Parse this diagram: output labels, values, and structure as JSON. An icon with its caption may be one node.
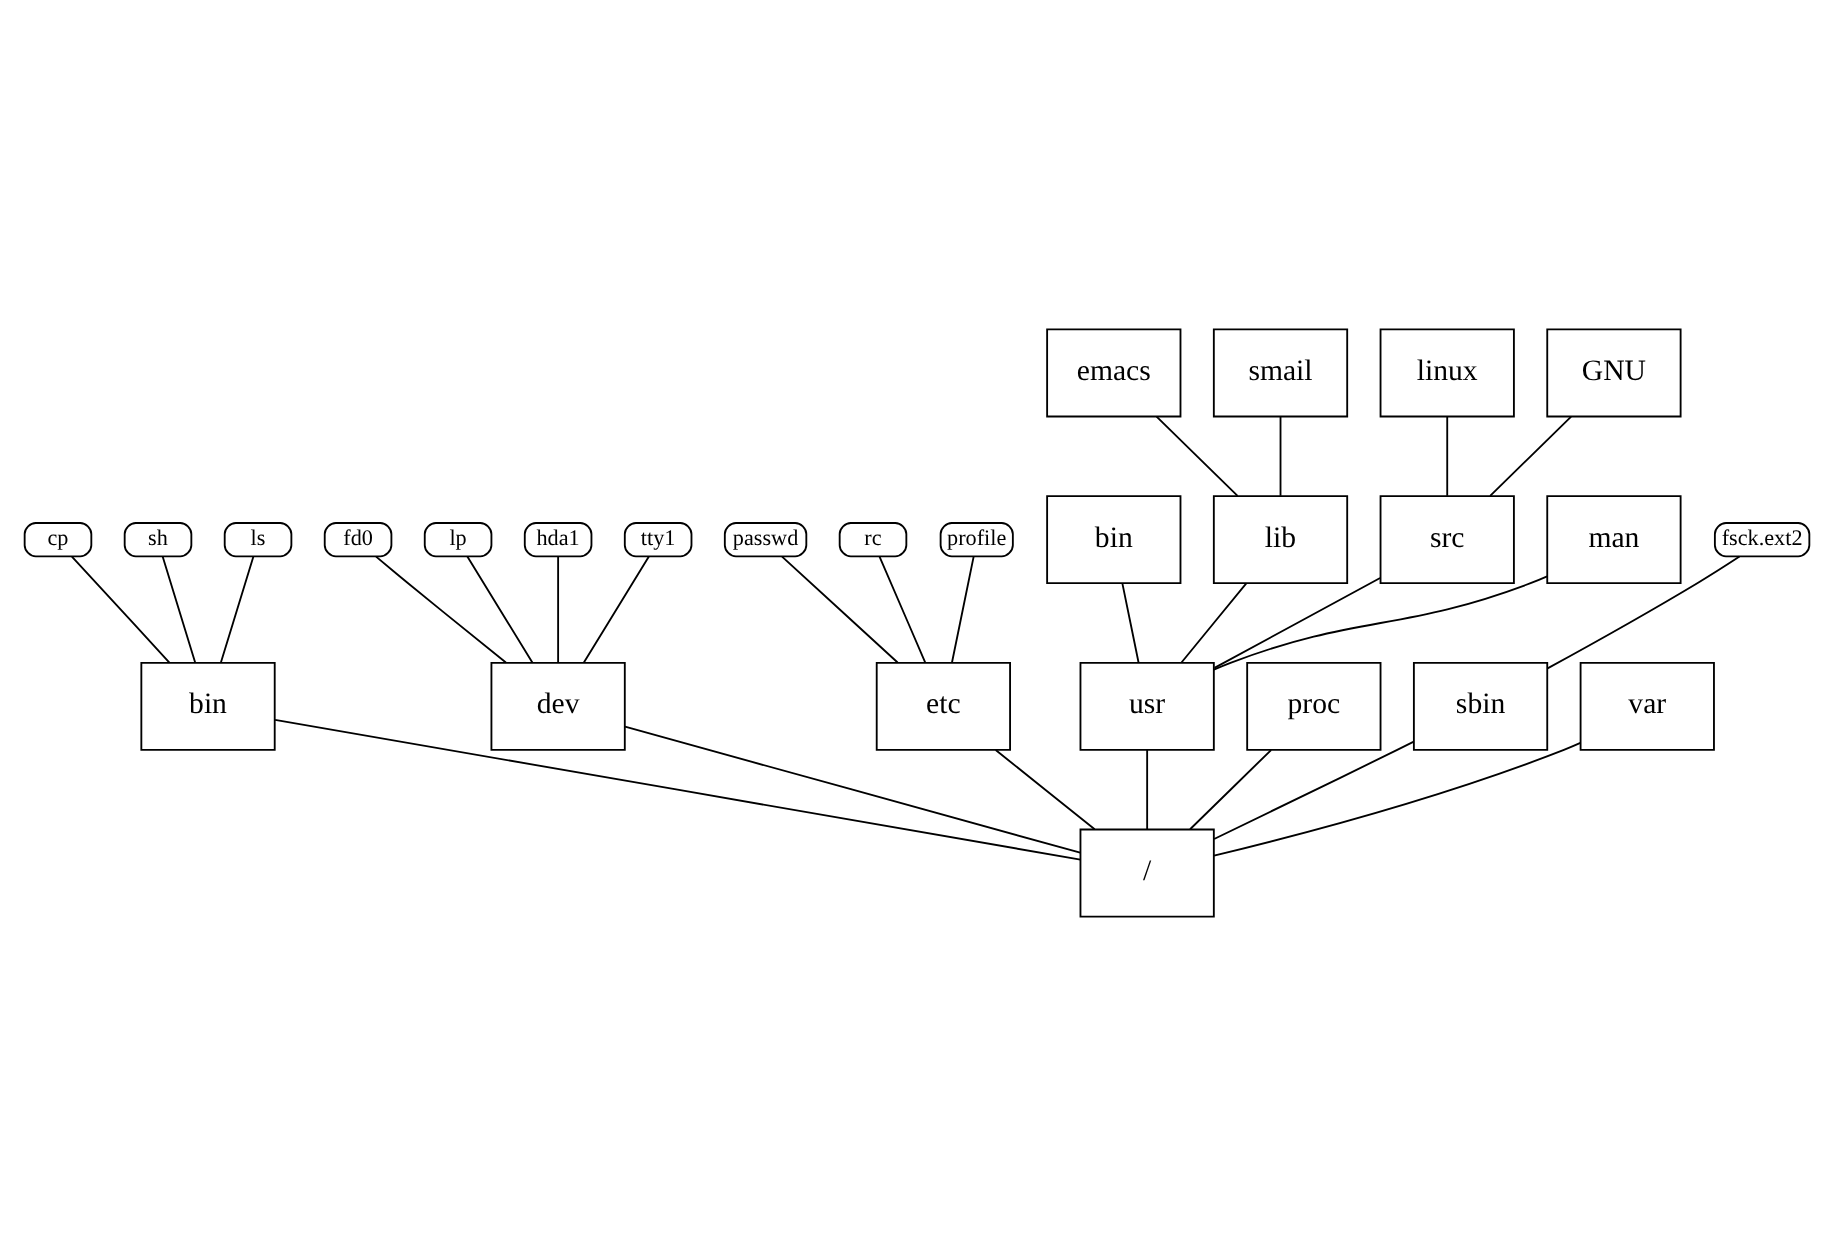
{
  "diagram": {
    "nodes": [
      {
        "text": [
          "emacs"
        ]
      },
      {
        "text": [
          "smail"
        ]
      },
      {
        "text": [
          "linux"
        ]
      },
      {
        "text": [
          "GNU"
        ]
      },
      {
        "text": [
          "bin"
        ]
      },
      {
        "text": [
          "lib"
        ]
      },
      {
        "text": [
          "src"
        ]
      },
      {
        "text": [
          "man"
        ]
      },
      {
        "text": [
          "cp"
        ]
      },
      {
        "text": [
          "fd0"
        ]
      },
      {
        "text": [
          "passwd"
        ]
      },
      {
        "text": [
          "lp"
        ]
      },
      {
        "text": [
          "hda1"
        ]
      },
      {
        "text": [
          "sh"
        ]
      },
      {
        "text": [
          "ls"
        ]
      },
      {
        "text": [
          "rc"
        ]
      },
      {
        "text": [
          "fsck.ext2"
        ]
      },
      {
        "text": [
          "tty1"
        ]
      },
      {
        "text": [
          "profile"
        ]
      },
      {
        "text": [
          "bin"
        ]
      },
      {
        "text": [
          "dev"
        ]
      },
      {
        "text": [
          "etc"
        ]
      },
      {
        "text": [
          "usr"
        ]
      },
      {
        "text": [
          "proc"
        ]
      },
      {
        "text": [
          "sbin"
        ]
      },
      {
        "text": [
          "var"
        ]
      },
      {
        "text": [
          "/"
        ]
      }
    ],
    "edges": [
      {
        "from": 26,
        "to": 19,
        "arrow": "none"
      },
      {
        "from": 26,
        "to": 20,
        "arrow": "none"
      },
      {
        "from": 26,
        "to": 21,
        "arrow": "none"
      },
      {
        "from": 26,
        "to": 22,
        "arrow": "none"
      },
      {
        "from": 26,
        "to": 23,
        "arrow": "none"
      },
      {
        "from": 26,
        "to": 24,
        "arrow": "none"
      },
      {
        "from": 26,
        "to": 25,
        "arrow": "none"
      },
      {
        "from": 19,
        "to": 13,
        "arrow": "none"
      },
      {
        "from": 19,
        "to": 8,
        "arrow": "none"
      },
      {
        "from": 19,
        "to": 14,
        "arrow": "none"
      },
      {
        "from": 20,
        "to": 17,
        "arrow": "none"
      },
      {
        "from": 20,
        "to": 11,
        "arrow": "none"
      },
      {
        "from": 20,
        "to": 9,
        "arrow": "none"
      },
      {
        "from": 20,
        "to": 12,
        "arrow": "none"
      },
      {
        "from": 21,
        "to": 18,
        "arrow": "none"
      },
      {
        "from": 21,
        "to": 10,
        "arrow": "none"
      },
      {
        "from": 21,
        "to": 15,
        "arrow": "none"
      },
      {
        "from": 22,
        "to": 4,
        "arrow": "none"
      },
      {
        "from": 22,
        "to": 5,
        "arrow": "none"
      },
      {
        "from": 22,
        "to": 6,
        "arrow": "none"
      },
      {
        "from": 22,
        "to": 7,
        "arrow": "none"
      },
      {
        "from": 5,
        "to": 0,
        "arrow": "none"
      },
      {
        "from": 5,
        "to": 1,
        "arrow": "none"
      },
      {
        "from": 6,
        "to": 2,
        "arrow": "none"
      },
      {
        "from": 6,
        "to": 3,
        "arrow": "none"
      },
      {
        "from": 24,
        "to": 16,
        "arrow": "none"
      }
    ]
  }
}
